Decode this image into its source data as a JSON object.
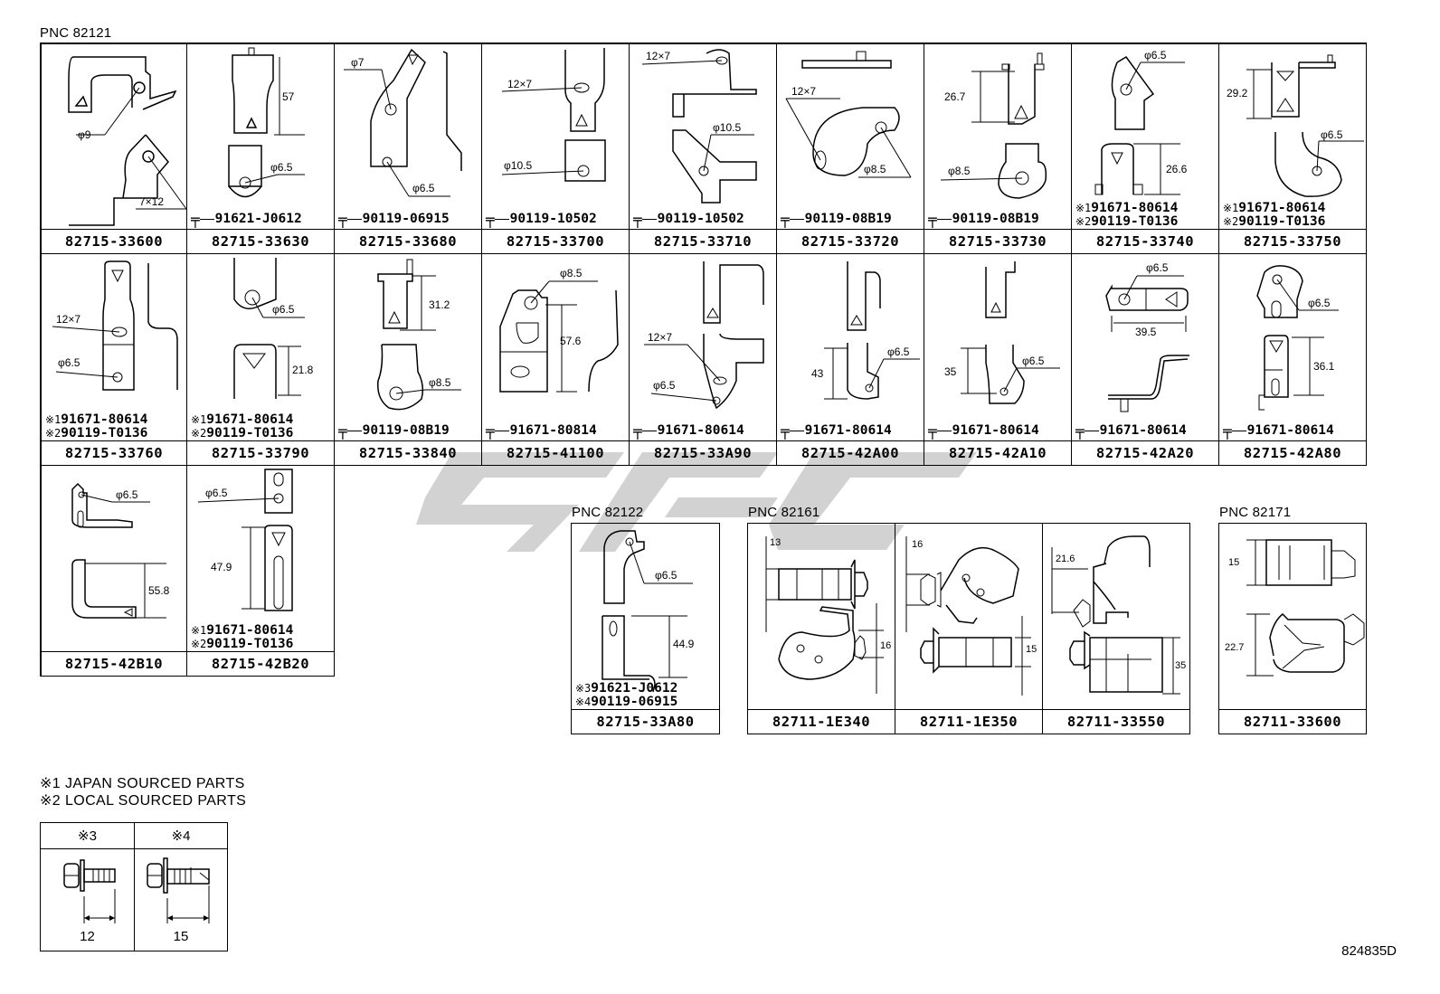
{
  "figure_id": "824835D",
  "watermark": "SPEC",
  "groups": [
    {
      "pnc": "PNC 82121",
      "rows": [
        [
          {
            "part": "82715-33600",
            "dims": [
              "φ9",
              "7×12"
            ],
            "bolt": null
          },
          {
            "part": "82715-33630",
            "dims": [
              "57",
              "φ6.5"
            ],
            "bolt": [
              "91621-J0612"
            ]
          },
          {
            "part": "82715-33680",
            "dims": [
              "φ7",
              "φ6.5"
            ],
            "bolt": [
              "90119-06915"
            ]
          },
          {
            "part": "82715-33700",
            "dims": [
              "12×7",
              "φ10.5"
            ],
            "bolt": [
              "90119-10502"
            ]
          },
          {
            "part": "82715-33710",
            "dims": [
              "12×7",
              "φ10.5"
            ],
            "bolt": [
              "90119-10502"
            ]
          },
          {
            "part": "82715-33720",
            "dims": [
              "12×7",
              "φ8.5"
            ],
            "bolt": [
              "90119-08B19"
            ]
          },
          {
            "part": "82715-33730",
            "dims": [
              "26.7",
              "φ8.5"
            ],
            "bolt": [
              "90119-08B19"
            ]
          },
          {
            "part": "82715-33740",
            "dims": [
              "φ6.5",
              "26.6"
            ],
            "bolt": [
              "※1 91671-80614",
              "※2 90119-T0136"
            ]
          },
          {
            "part": "82715-33750",
            "dims": [
              "29.2",
              "φ6.5"
            ],
            "bolt": [
              "※1 91671-80614",
              "※2 90119-T0136"
            ]
          }
        ],
        [
          {
            "part": "82715-33760",
            "dims": [
              "12×7",
              "φ6.5"
            ],
            "bolt": [
              "※1 91671-80614",
              "※2 90119-T0136"
            ]
          },
          {
            "part": "82715-33790",
            "dims": [
              "φ6.5",
              "21.8"
            ],
            "bolt": [
              "※1 91671-80614",
              "※2 90119-T0136"
            ]
          },
          {
            "part": "82715-33840",
            "dims": [
              "31.2",
              "φ8.5"
            ],
            "bolt": [
              "90119-08B19"
            ]
          },
          {
            "part": "82715-41100",
            "dims": [
              "φ8.5",
              "57.6"
            ],
            "bolt": [
              "91671-80814"
            ]
          },
          {
            "part": "82715-33A90",
            "dims": [
              "12×7",
              "φ6.5"
            ],
            "bolt": [
              "91671-80614"
            ]
          },
          {
            "part": "82715-42A00",
            "dims": [
              "43",
              "φ6.5"
            ],
            "bolt": [
              "91671-80614"
            ]
          },
          {
            "part": "82715-42A10",
            "dims": [
              "35",
              "φ6.5"
            ],
            "bolt": [
              "91671-80614"
            ]
          },
          {
            "part": "82715-42A20",
            "dims": [
              "φ6.5",
              "39.5"
            ],
            "bolt": [
              "91671-80614"
            ]
          },
          {
            "part": "82715-42A80",
            "dims": [
              "φ6.5",
              "36.1"
            ],
            "bolt": [
              "91671-80614"
            ]
          }
        ],
        [
          {
            "part": "82715-42B10",
            "dims": [
              "φ6.5",
              "55.8"
            ],
            "bolt": null
          },
          {
            "part": "82715-42B20",
            "dims": [
              "φ6.5",
              "47.9"
            ],
            "bolt": [
              "※1 91671-80614",
              "※2 90119-T0136"
            ]
          }
        ]
      ]
    },
    {
      "pnc": "PNC 82122",
      "cells": [
        {
          "part": "82715-33A80",
          "dims": [
            "φ6.5",
            "44.9"
          ],
          "bolt": [
            "※3 91621-J0612",
            "※4 90119-06915"
          ]
        }
      ]
    },
    {
      "pnc": "PNC 82161",
      "cells": [
        {
          "part": "82711-1E340",
          "dims": [
            "13",
            "16"
          ]
        },
        {
          "part": "82711-1E350",
          "dims": [
            "16",
            "15"
          ]
        },
        {
          "part": "82711-33550",
          "dims": [
            "21.6",
            "35"
          ]
        }
      ]
    },
    {
      "pnc": "PNC 82171",
      "cells": [
        {
          "part": "82711-33600",
          "dims": [
            "15",
            "22.7"
          ]
        }
      ]
    }
  ],
  "notes": [
    "※1 JAPAN SOURCED PARTS",
    "※2 LOCAL SOURCED PARTS"
  ],
  "bolt_legend": [
    {
      "mark": "※3",
      "length": "12"
    },
    {
      "mark": "※4",
      "length": "15"
    }
  ]
}
